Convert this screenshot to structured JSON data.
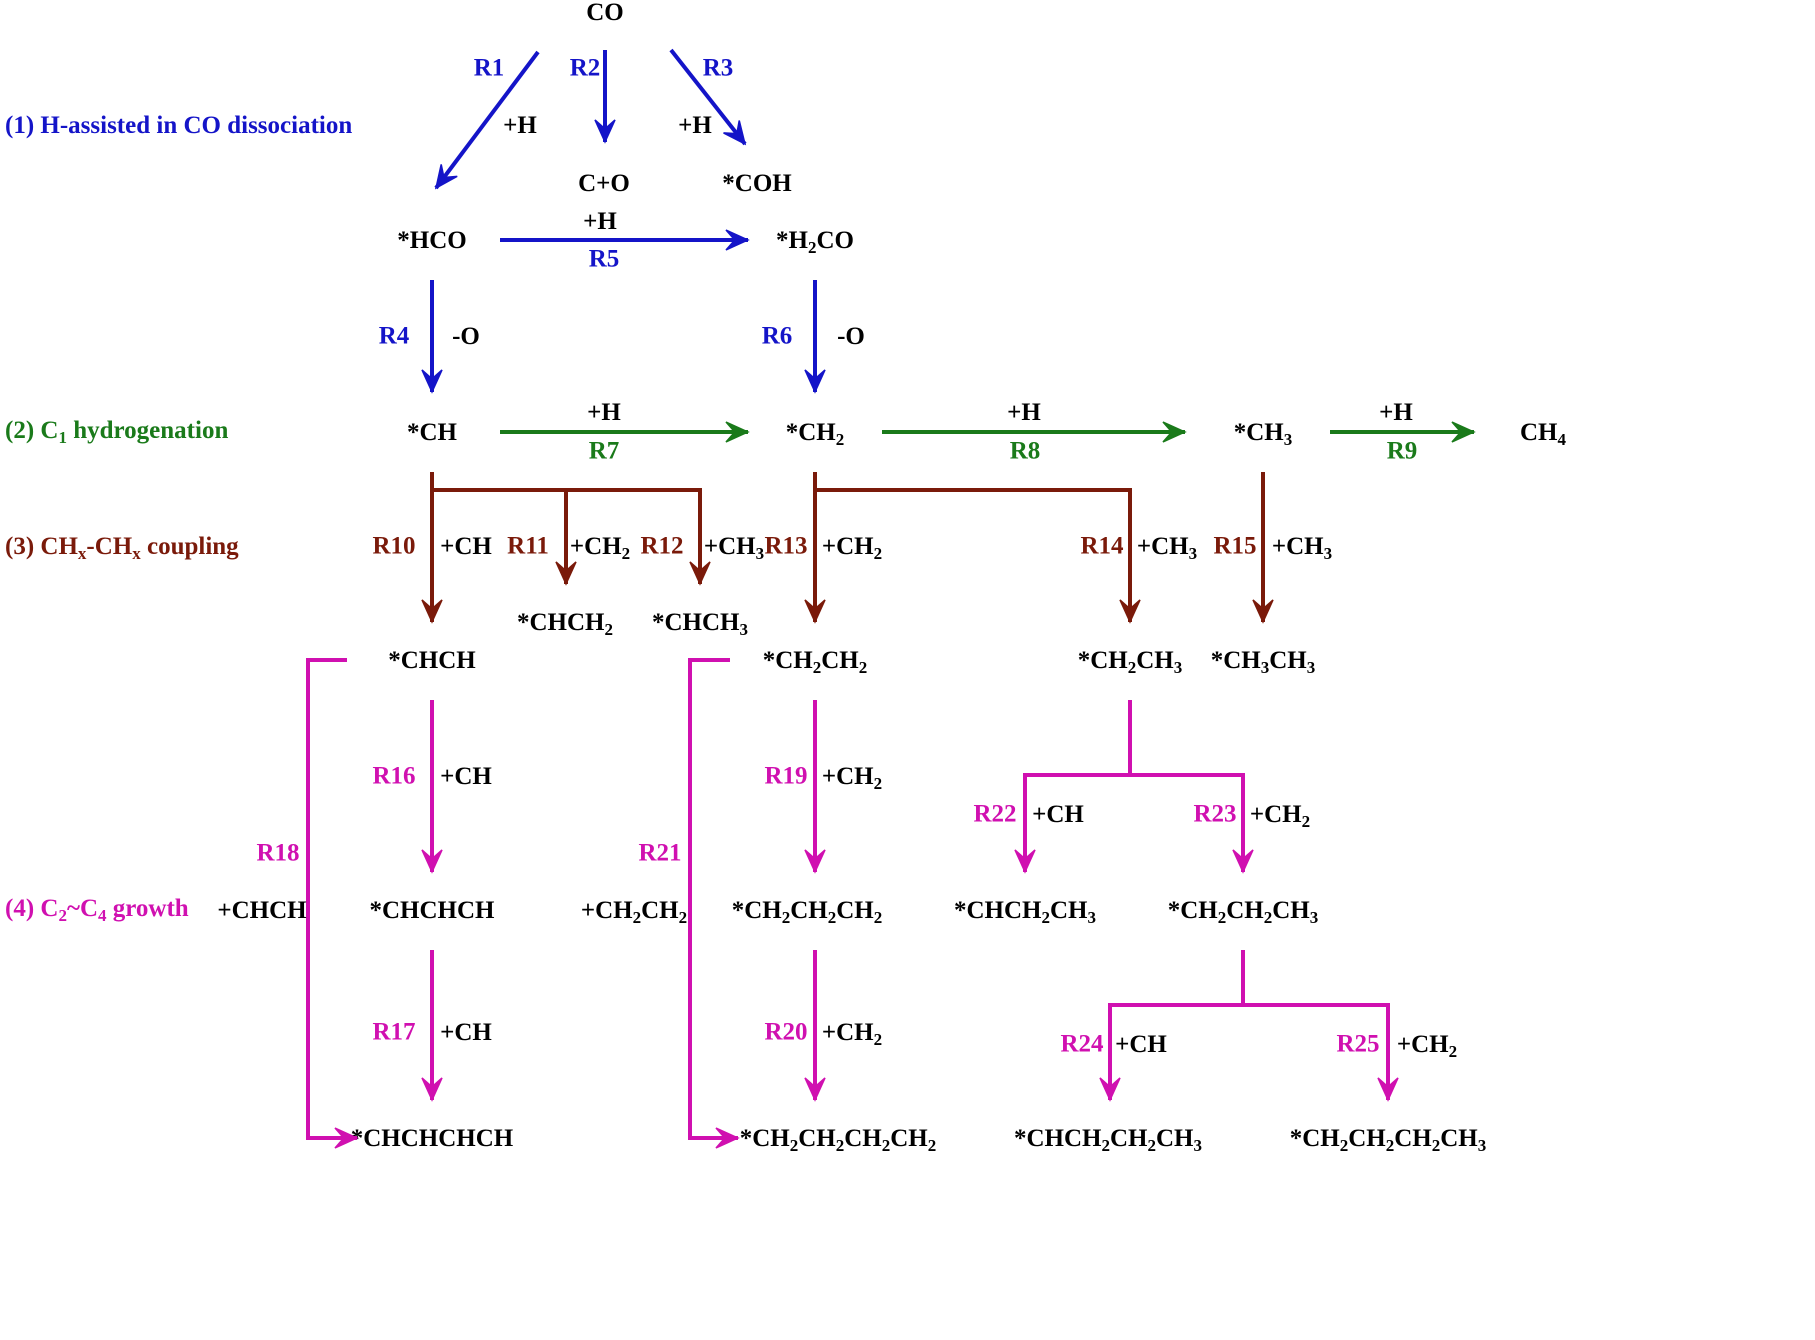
{
  "colors": {
    "dissociation": "#1414c8",
    "hydrogenation": "#1a7a1a",
    "coupling": "#7a1a0a",
    "growth": "#d010b0",
    "species": "#000000"
  },
  "stages": [
    {
      "id": "s1",
      "parts": [
        [
          "(1) H-assisted in CO dissociation",
          ""
        ]
      ]
    },
    {
      "id": "s2",
      "parts": [
        [
          "(2) C",
          ""
        ],
        [
          "1",
          "sub"
        ],
        [
          " hydrogenation",
          ""
        ]
      ]
    },
    {
      "id": "s3",
      "parts": [
        [
          "(3) CH",
          ""
        ],
        [
          "x",
          "sub"
        ],
        [
          "-CH",
          ""
        ],
        [
          "x",
          "sub"
        ],
        [
          " coupling",
          ""
        ]
      ]
    },
    {
      "id": "s4",
      "parts": [
        [
          "(4) C",
          ""
        ],
        [
          "2",
          "sub"
        ],
        [
          "~C",
          ""
        ],
        [
          "4",
          "sub"
        ],
        [
          " growth",
          ""
        ]
      ]
    }
  ],
  "species": [
    {
      "id": "CO",
      "parts": [
        [
          "CO",
          ""
        ]
      ]
    },
    {
      "id": "HCO",
      "parts": [
        [
          "*HCO",
          ""
        ]
      ]
    },
    {
      "id": "C_O",
      "parts": [
        [
          "C+O",
          ""
        ]
      ]
    },
    {
      "id": "COH",
      "parts": [
        [
          "*COH",
          ""
        ]
      ]
    },
    {
      "id": "H2CO",
      "parts": [
        [
          "*H",
          ""
        ],
        [
          "2",
          "sub"
        ],
        [
          "CO",
          ""
        ]
      ]
    },
    {
      "id": "CH",
      "parts": [
        [
          "*CH",
          ""
        ]
      ]
    },
    {
      "id": "CH2",
      "parts": [
        [
          "*CH",
          ""
        ],
        [
          "2",
          "sub"
        ]
      ]
    },
    {
      "id": "CH3",
      "parts": [
        [
          "*CH",
          ""
        ],
        [
          "3",
          "sub"
        ]
      ]
    },
    {
      "id": "CH4",
      "parts": [
        [
          "CH",
          ""
        ],
        [
          "4",
          "sub"
        ]
      ]
    },
    {
      "id": "CHCH2",
      "parts": [
        [
          "*CHCH",
          ""
        ],
        [
          "2",
          "sub"
        ]
      ]
    },
    {
      "id": "CHCH3",
      "parts": [
        [
          "*CHCH",
          ""
        ],
        [
          "3",
          "sub"
        ]
      ]
    },
    {
      "id": "CHCH",
      "parts": [
        [
          "*CHCH",
          ""
        ]
      ]
    },
    {
      "id": "CH2CH2",
      "parts": [
        [
          "*CH",
          ""
        ],
        [
          "2",
          "sub"
        ],
        [
          "CH",
          ""
        ],
        [
          "2",
          "sub"
        ]
      ]
    },
    {
      "id": "CH2CH3",
      "parts": [
        [
          "*CH",
          ""
        ],
        [
          "2",
          "sub"
        ],
        [
          "CH",
          ""
        ],
        [
          "3",
          "sub"
        ]
      ]
    },
    {
      "id": "CH3CH3",
      "parts": [
        [
          "*CH",
          ""
        ],
        [
          "3",
          "sub"
        ],
        [
          "CH",
          ""
        ],
        [
          "3",
          "sub"
        ]
      ]
    },
    {
      "id": "CHCHCH",
      "parts": [
        [
          "*CHCHCH",
          ""
        ]
      ]
    },
    {
      "id": "CH2CH2CH2",
      "parts": [
        [
          "*CH",
          ""
        ],
        [
          "2",
          "sub"
        ],
        [
          "CH",
          ""
        ],
        [
          "2",
          "sub"
        ],
        [
          "CH",
          ""
        ],
        [
          "2",
          "sub"
        ]
      ]
    },
    {
      "id": "CHCH2CH3",
      "parts": [
        [
          "*CHCH",
          ""
        ],
        [
          "2",
          "sub"
        ],
        [
          "CH",
          ""
        ],
        [
          "3",
          "sub"
        ]
      ]
    },
    {
      "id": "CH2CH2CH3",
      "parts": [
        [
          "*CH",
          ""
        ],
        [
          "2",
          "sub"
        ],
        [
          "CH",
          ""
        ],
        [
          "2",
          "sub"
        ],
        [
          "CH",
          ""
        ],
        [
          "3",
          "sub"
        ]
      ]
    },
    {
      "id": "CHCHCHCH",
      "parts": [
        [
          "*CHCHCHCH",
          ""
        ]
      ]
    },
    {
      "id": "CH2CH2CH2CH2",
      "parts": [
        [
          "*CH",
          ""
        ],
        [
          "2",
          "sub"
        ],
        [
          "CH",
          ""
        ],
        [
          "2",
          "sub"
        ],
        [
          "CH",
          ""
        ],
        [
          "2",
          "sub"
        ],
        [
          "CH",
          ""
        ],
        [
          "2",
          "sub"
        ]
      ]
    },
    {
      "id": "CHCH2CH2CH3",
      "parts": [
        [
          "*CHCH",
          ""
        ],
        [
          "2",
          "sub"
        ],
        [
          "CH",
          ""
        ],
        [
          "2",
          "sub"
        ],
        [
          "CH",
          ""
        ],
        [
          "3",
          "sub"
        ]
      ]
    },
    {
      "id": "CH2CH2CH2CH3",
      "parts": [
        [
          "*CH",
          ""
        ],
        [
          "2",
          "sub"
        ],
        [
          "CH",
          ""
        ],
        [
          "2",
          "sub"
        ],
        [
          "CH",
          ""
        ],
        [
          "2",
          "sub"
        ],
        [
          "CH",
          ""
        ],
        [
          "3",
          "sub"
        ]
      ]
    }
  ],
  "reactions": [
    {
      "id": "R1",
      "stage": "dissociation",
      "label": "R1",
      "reagent": [
        [
          "+H",
          ""
        ]
      ]
    },
    {
      "id": "R2",
      "stage": "dissociation",
      "label": "R2",
      "reagent": []
    },
    {
      "id": "R3",
      "stage": "dissociation",
      "label": "R3",
      "reagent": [
        [
          "+H",
          ""
        ]
      ]
    },
    {
      "id": "R4",
      "stage": "dissociation",
      "label": "R4",
      "reagent": [
        [
          "-O",
          ""
        ]
      ]
    },
    {
      "id": "R5",
      "stage": "dissociation",
      "label": "R5",
      "reagent": [
        [
          "+H",
          ""
        ]
      ]
    },
    {
      "id": "R6",
      "stage": "dissociation",
      "label": "R6",
      "reagent": [
        [
          "-O",
          ""
        ]
      ]
    },
    {
      "id": "R7",
      "stage": "hydrogenation",
      "label": "R7",
      "reagent": [
        [
          "+H",
          ""
        ]
      ]
    },
    {
      "id": "R8",
      "stage": "hydrogenation",
      "label": "R8",
      "reagent": [
        [
          "+H",
          ""
        ]
      ]
    },
    {
      "id": "R9",
      "stage": "hydrogenation",
      "label": "R9",
      "reagent": [
        [
          "+H",
          ""
        ]
      ]
    },
    {
      "id": "R10",
      "stage": "coupling",
      "label": "R10",
      "reagent": [
        [
          "+CH",
          ""
        ]
      ]
    },
    {
      "id": "R11",
      "stage": "coupling",
      "label": "R11",
      "reagent": [
        [
          "+CH",
          ""
        ],
        [
          "2",
          "sub"
        ]
      ]
    },
    {
      "id": "R12",
      "stage": "coupling",
      "label": "R12",
      "reagent": [
        [
          "+CH",
          ""
        ],
        [
          "3",
          "sub"
        ]
      ]
    },
    {
      "id": "R13",
      "stage": "coupling",
      "label": "R13",
      "reagent": [
        [
          "+CH",
          ""
        ],
        [
          "2",
          "sub"
        ]
      ]
    },
    {
      "id": "R14",
      "stage": "coupling",
      "label": "R14",
      "reagent": [
        [
          "+CH",
          ""
        ],
        [
          "3",
          "sub"
        ]
      ]
    },
    {
      "id": "R15",
      "stage": "coupling",
      "label": "R15",
      "reagent": [
        [
          "+CH",
          ""
        ],
        [
          "3",
          "sub"
        ]
      ]
    },
    {
      "id": "R16",
      "stage": "growth",
      "label": "R16",
      "reagent": [
        [
          "+CH",
          ""
        ]
      ]
    },
    {
      "id": "R17",
      "stage": "growth",
      "label": "R17",
      "reagent": [
        [
          "+CH",
          ""
        ]
      ]
    },
    {
      "id": "R18",
      "stage": "growth",
      "label": "R18",
      "reagent": [
        [
          "+CHCH",
          ""
        ]
      ]
    },
    {
      "id": "R19",
      "stage": "growth",
      "label": "R19",
      "reagent": [
        [
          "+CH",
          ""
        ],
        [
          "2",
          "sub"
        ]
      ]
    },
    {
      "id": "R20",
      "stage": "growth",
      "label": "R20",
      "reagent": [
        [
          "+CH",
          ""
        ],
        [
          "2",
          "sub"
        ]
      ]
    },
    {
      "id": "R21",
      "stage": "growth",
      "label": "R21",
      "reagent": [
        [
          "+CH",
          ""
        ],
        [
          "2",
          "sub"
        ],
        [
          "CH",
          ""
        ],
        [
          "2",
          "sub"
        ]
      ]
    },
    {
      "id": "R22",
      "stage": "growth",
      "label": "R22",
      "reagent": [
        [
          "+CH",
          ""
        ]
      ]
    },
    {
      "id": "R23",
      "stage": "growth",
      "label": "R23",
      "reagent": [
        [
          "+CH",
          ""
        ],
        [
          "2",
          "sub"
        ]
      ]
    },
    {
      "id": "R24",
      "stage": "growth",
      "label": "R24",
      "reagent": [
        [
          "+CH",
          ""
        ]
      ]
    },
    {
      "id": "R25",
      "stage": "growth",
      "label": "R25",
      "reagent": [
        [
          "+CH",
          ""
        ],
        [
          "2",
          "sub"
        ]
      ]
    }
  ]
}
